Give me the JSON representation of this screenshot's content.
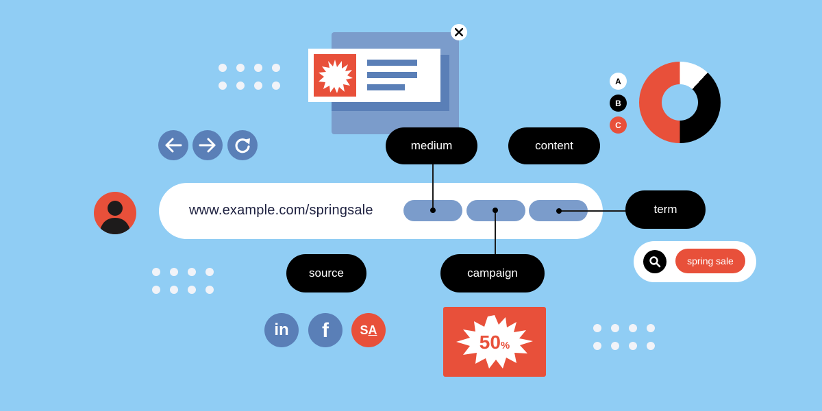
{
  "colors": {
    "background": "#90cdf4",
    "accent_red": "#e8503a",
    "accent_blue": "#5a7fb7",
    "param_blue": "#7b9ccb",
    "black": "#000000",
    "white": "#ffffff"
  },
  "ad_popup": {
    "close_icon": "close-icon",
    "image_icon": "starburst-icon",
    "text_lines": 3
  },
  "browser_nav": {
    "back_icon": "arrow-left-icon",
    "forward_icon": "arrow-right-icon",
    "reload_icon": "reload-icon"
  },
  "url_bar": {
    "url": "www.example.com/springsale",
    "param_slots": 3
  },
  "utm_labels": {
    "medium": "medium",
    "content": "content",
    "term": "term",
    "source": "source",
    "campaign": "campaign"
  },
  "legend": {
    "items": [
      {
        "label": "A",
        "color": "#ffffff"
      },
      {
        "label": "B",
        "color": "#000000"
      },
      {
        "label": "C",
        "color": "#e8503a"
      }
    ]
  },
  "donut": {
    "segments": [
      {
        "label": "A",
        "percent": 12,
        "color": "#ffffff"
      },
      {
        "label": "B",
        "percent": 38,
        "color": "#000000"
      },
      {
        "label": "C",
        "percent": 50,
        "color": "#e8503a"
      }
    ]
  },
  "search": {
    "icon": "search-icon",
    "query": "spring sale"
  },
  "social": {
    "linkedin": "in",
    "facebook": "f",
    "sa_prefix": "S",
    "sa_suffix": "A"
  },
  "sale_badge": {
    "value": "50",
    "unit": "%"
  },
  "user": {
    "avatar_icon": "user-icon"
  }
}
